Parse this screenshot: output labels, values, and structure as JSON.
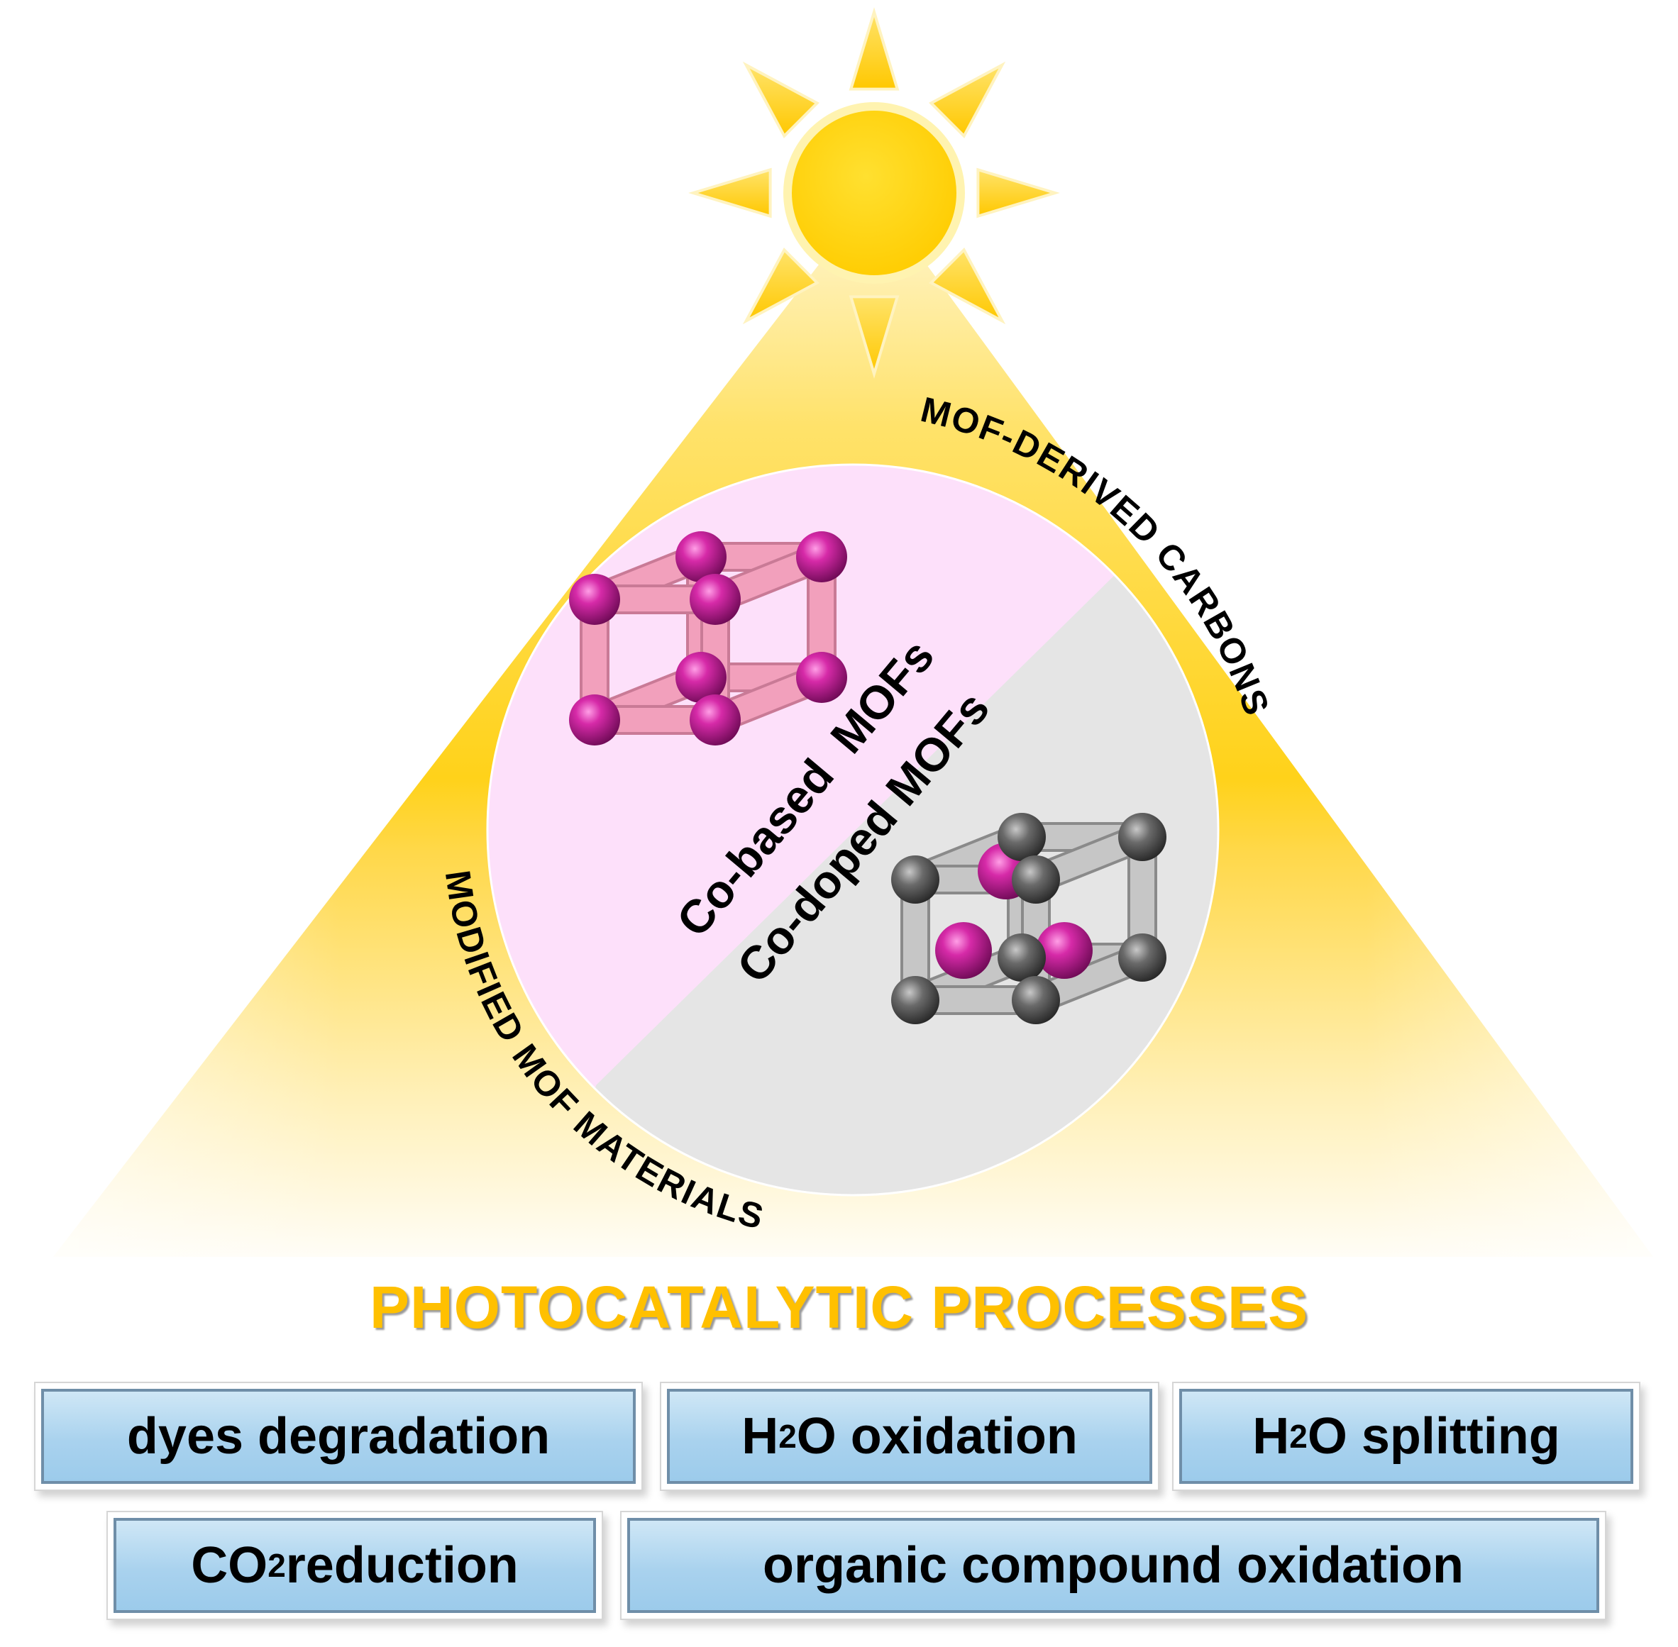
{
  "labels": {
    "arc_top": "MOF-DERIVED CARBONS",
    "arc_bottom": "MODIFIED MOF MATERIALS",
    "co_based": "Co-based  MOFs",
    "co_doped": "Co-doped MOFs"
  },
  "section_title": "PHOTOCATALYTIC PROCESSES",
  "processes": [
    {
      "pre": "dyes degradation",
      "sub": "",
      "post": ""
    },
    {
      "pre": "H",
      "sub": "2",
      "post": "O oxidation"
    },
    {
      "pre": "H",
      "sub": "2",
      "post": "O splitting"
    },
    {
      "pre": "CO",
      "sub": "2",
      "post": " reduction"
    },
    {
      "pre": "organic compound oxidation",
      "sub": "",
      "post": ""
    }
  ],
  "colors": {
    "sun": "#ffd200",
    "triangle": "#ffd21a",
    "co_based_region": "#fde0fa",
    "co_doped_region": "#e5e5e5",
    "cobalt_atom": "#c8189a",
    "pink_strut": "#f2a0bc",
    "grey_atom": "#5a5a5a",
    "title": "#ffc000",
    "process_box": "#a9d2ee"
  }
}
